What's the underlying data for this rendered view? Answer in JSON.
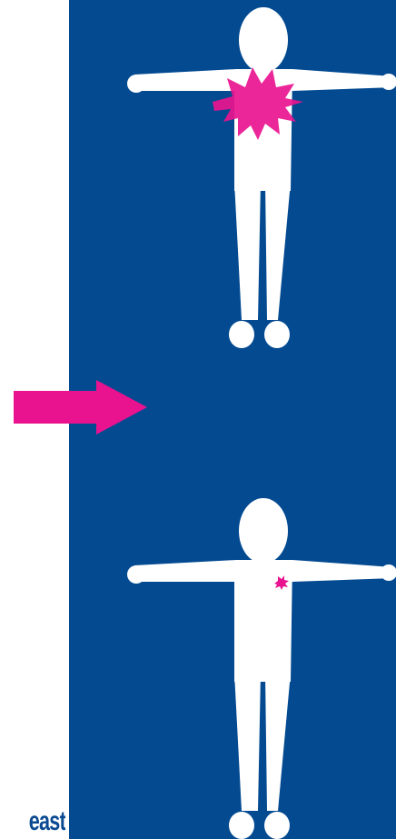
{
  "colors": {
    "panel": "#034a91",
    "figure": "#ffffff",
    "accent": "#e9138f",
    "caption": "#0a4a92",
    "background": "#ffffff"
  },
  "figures": [
    {
      "id": "before",
      "tumor_state": "large"
    },
    {
      "id": "after",
      "tumor_state": "small"
    }
  ],
  "arrow": {
    "icon": "right-arrow-icon"
  },
  "caption": {
    "text": "east"
  }
}
